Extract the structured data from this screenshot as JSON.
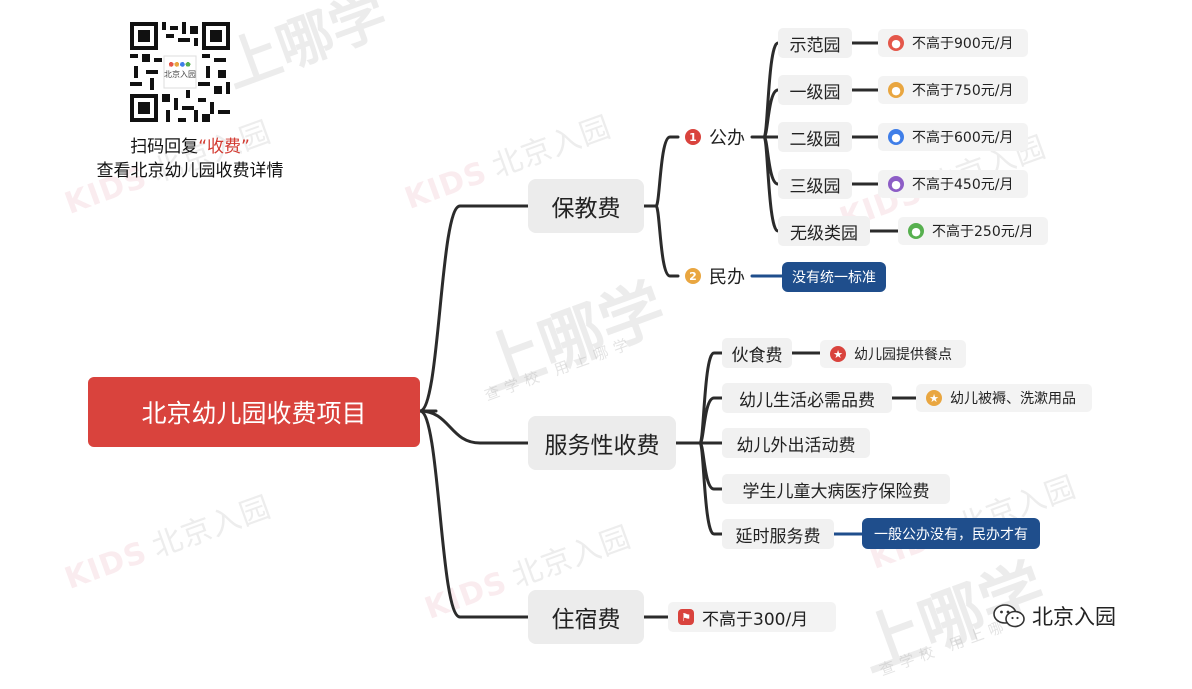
{
  "qr": {
    "caption_line1_prefix": "扫码回复",
    "caption_line1_highlight": "“收费”",
    "caption_line2": "查看北京幼儿园收费详情",
    "logo_text": "北京入园"
  },
  "watermarks": {
    "kids": "KIDS",
    "kids_cn": "北京入园",
    "brand_big": "上哪学",
    "slogan": "查学校 用上哪学"
  },
  "brand": {
    "name": "北京入园"
  },
  "mindmap": {
    "root": "北京幼儿园收费项目",
    "baojiao": {
      "label": "保教费",
      "gongban": {
        "marker": "1",
        "label": "公办",
        "items": [
          {
            "name": "示范园",
            "price": "不高于900元/月",
            "color": "#e4574a"
          },
          {
            "name": "一级园",
            "price": "不高于750元/月",
            "color": "#e9a640"
          },
          {
            "name": "二级园",
            "price": "不高于600元/月",
            "color": "#3f7ee8"
          },
          {
            "name": "三级园",
            "price": "不高于450元/月",
            "color": "#8d5dc6"
          },
          {
            "name": "无级类园",
            "price": "不高于250元/月",
            "color": "#57b04f"
          }
        ]
      },
      "minban": {
        "marker": "2",
        "label": "民办",
        "note": "没有统一标准"
      }
    },
    "fuwu": {
      "label": "服务性收费",
      "items": [
        {
          "name": "伙食费",
          "note": "幼儿园提供餐点"
        },
        {
          "name": "幼儿生活必需品费",
          "note": "幼儿被褥、洗漱用品"
        },
        {
          "name": "幼儿外出活动费"
        },
        {
          "name": "学生儿童大病医疗保险费"
        },
        {
          "name": "延时服务费",
          "note": "一般公办没有，民办才有"
        }
      ]
    },
    "zhusu": {
      "label": "住宿费",
      "note": "不高于300/月"
    }
  }
}
